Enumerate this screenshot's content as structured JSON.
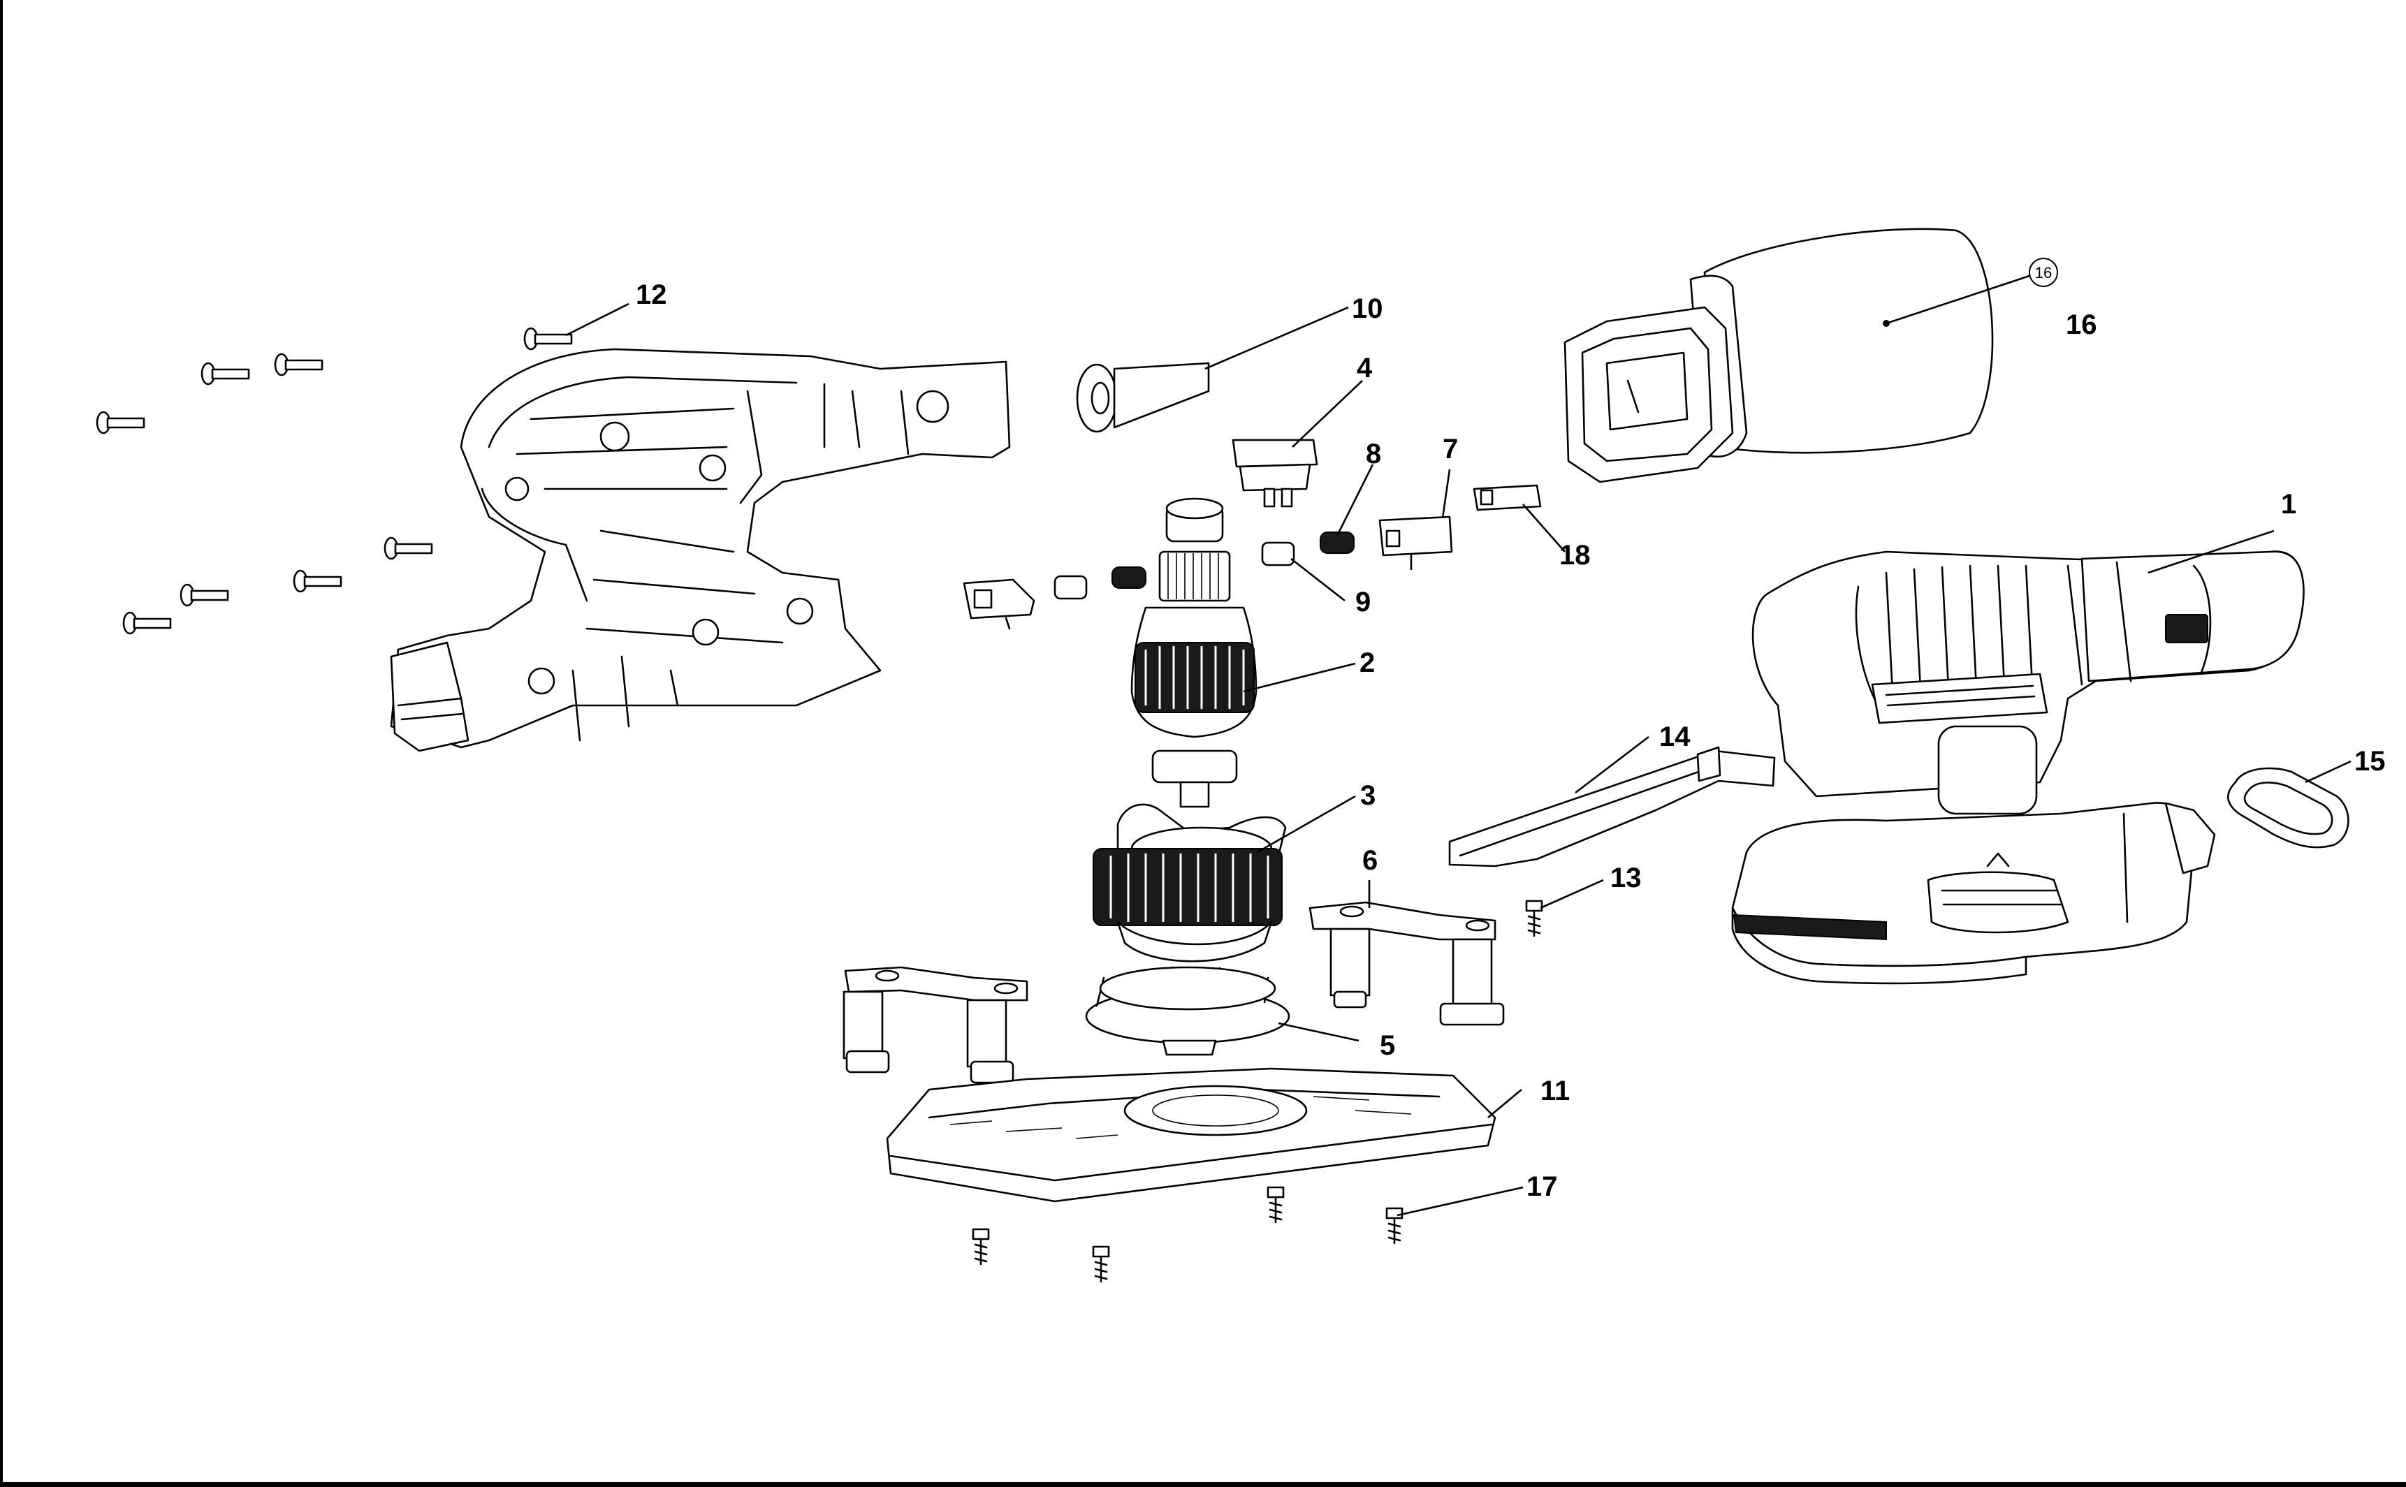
{
  "callouts": [
    {
      "id": "1",
      "label": "1"
    },
    {
      "id": "2",
      "label": "2"
    },
    {
      "id": "3",
      "label": "3"
    },
    {
      "id": "4",
      "label": "4"
    },
    {
      "id": "5",
      "label": "5"
    },
    {
      "id": "6",
      "label": "6"
    },
    {
      "id": "7",
      "label": "7"
    },
    {
      "id": "8",
      "label": "8"
    },
    {
      "id": "9",
      "label": "9"
    },
    {
      "id": "10",
      "label": "10"
    },
    {
      "id": "11",
      "label": "11"
    },
    {
      "id": "12",
      "label": "12"
    },
    {
      "id": "13",
      "label": "13"
    },
    {
      "id": "14",
      "label": "14"
    },
    {
      "id": "15",
      "label": "15"
    },
    {
      "id": "16",
      "label": "16"
    },
    {
      "id": "17",
      "label": "17"
    },
    {
      "id": "18",
      "label": "18"
    }
  ],
  "circled_callout": {
    "label": "16"
  }
}
